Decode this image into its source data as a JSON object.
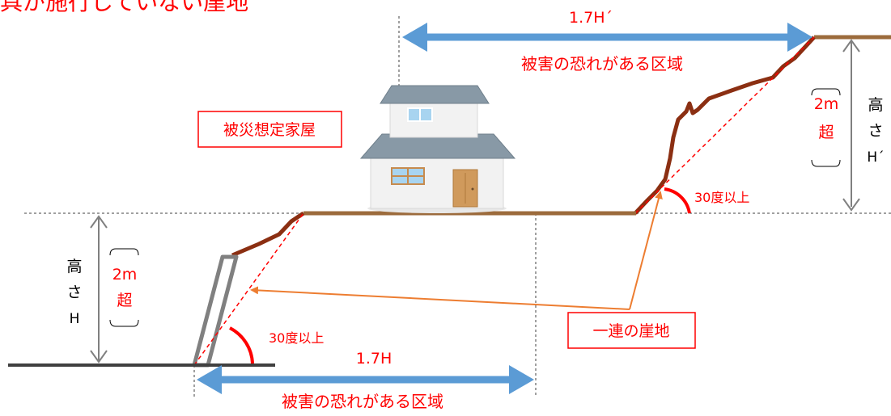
{
  "title_fragment": "具が施行していない崖地",
  "colors": {
    "title_red": "#ff0000",
    "ground_brown": "#9c6b3c",
    "slope_dark": "#8b2f12",
    "arrow_blue": "#5b9bd5",
    "pointer_orange": "#ed7d31",
    "label_red": "#ff0000",
    "base_dark": "#404040",
    "wall_gray": "#808080"
  },
  "upper_cliff": {
    "distance_label": "1.7H´",
    "zone_label": "被害の恐れがある区域",
    "height_label_chars": [
      "高",
      "さ",
      "H´"
    ],
    "exceed_label_chars": [
      "2m",
      "超"
    ],
    "angle_label": "30度以上"
  },
  "lower_cliff": {
    "distance_label": "1.7H",
    "zone_label": "被害の恐れがある区域",
    "height_label_chars": [
      "高",
      "さ",
      "H"
    ],
    "exceed_label_chars": [
      "2m",
      "超"
    ],
    "angle_label": "30度以上"
  },
  "house_label": "被災想定家屋",
  "continuous_cliff_label": "一連の崖地"
}
